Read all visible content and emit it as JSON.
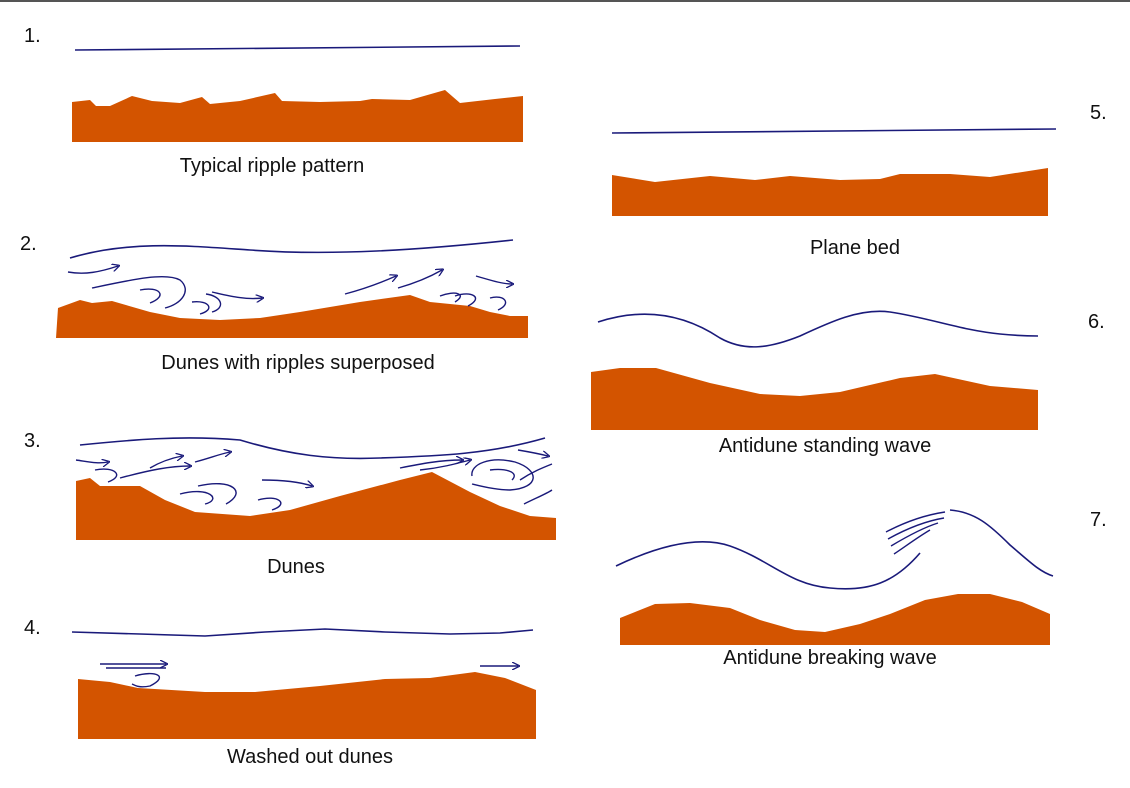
{
  "colors": {
    "sediment": "#d35400",
    "water": "#1a1a7a"
  },
  "panels": [
    {
      "number": "1.",
      "caption": "Typical ripple pattern"
    },
    {
      "number": "2.",
      "caption": "Dunes with ripples superposed"
    },
    {
      "number": "3.",
      "caption": "Dunes"
    },
    {
      "number": "4.",
      "caption": "Washed out dunes"
    },
    {
      "number": "5.",
      "caption": "Plane bed"
    },
    {
      "number": "6.",
      "caption": "Antidune standing wave"
    },
    {
      "number": "7.",
      "caption": "Antidune breaking wave"
    }
  ]
}
